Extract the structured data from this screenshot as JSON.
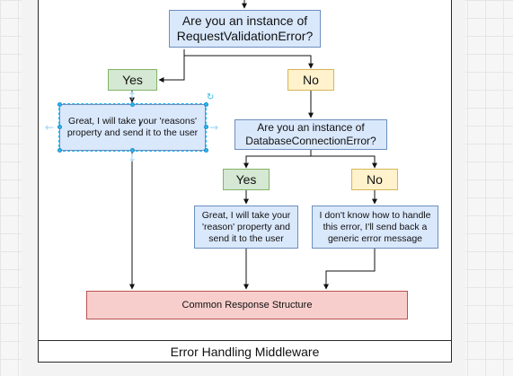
{
  "diagram": {
    "question1": "Are you an instance of\nRequestValidationError?",
    "yes1": "Yes",
    "no1": "No",
    "response1": "Great, I will take your 'reasons' property and send it to the user",
    "question2": "Are you an instance of\nDatabaseConnectionError?",
    "yes2": "Yes",
    "no2": "No",
    "response2": "Great, I will take your 'reason' property and send it to the user",
    "response3": "I don't know how to handle this error, I'll send back a generic error message",
    "common": "Common Response Structure",
    "container_label": "Error Handling Middleware"
  },
  "colors": {
    "question_fill": "#dae8fc",
    "question_stroke": "#6c8ebf",
    "yes_fill": "#d5e8d4",
    "yes_stroke": "#82b366",
    "no_fill": "#fff2cc",
    "no_stroke": "#d6b656",
    "common_fill": "#f8cecc",
    "common_stroke": "#b85450",
    "selection": "#29b6f2"
  },
  "icons": {
    "rotate_handle": "rotate-icon",
    "cursor": "text-cursor-icon"
  }
}
